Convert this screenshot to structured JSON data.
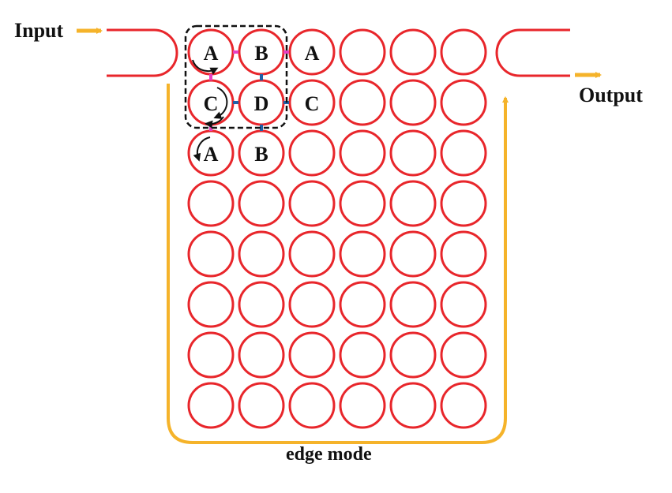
{
  "labels": {
    "input": "Input",
    "output": "Output",
    "edge_mode": "edge mode"
  },
  "lattice": {
    "rows": 8,
    "cols": 6,
    "site_letters": [
      {
        "row": 0,
        "col": 0,
        "text": "A"
      },
      {
        "row": 0,
        "col": 1,
        "text": "B"
      },
      {
        "row": 0,
        "col": 2,
        "text": "A"
      },
      {
        "row": 1,
        "col": 0,
        "text": "C"
      },
      {
        "row": 1,
        "col": 1,
        "text": "D"
      },
      {
        "row": 1,
        "col": 2,
        "text": "C"
      },
      {
        "row": 2,
        "col": 0,
        "text": "A"
      },
      {
        "row": 2,
        "col": 1,
        "text": "B"
      }
    ]
  },
  "colors": {
    "ring": "#e8262b",
    "arrow": "#f5b32a",
    "coupler_pink": "#e83fc2",
    "coupler_blue": "#1f5fa8",
    "unit_cell_box": "#111111"
  }
}
